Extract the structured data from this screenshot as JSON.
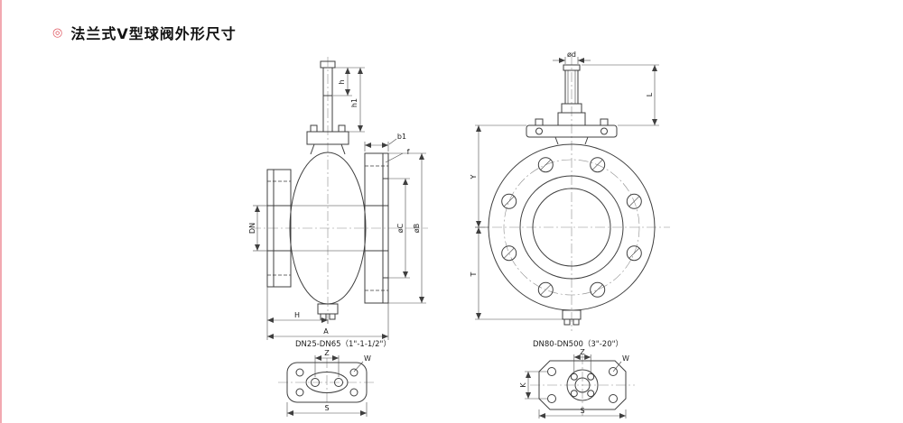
{
  "page": {
    "title": "法兰式V型球阀外形尺寸"
  },
  "icons": {
    "bullet": "◎"
  },
  "colors": {
    "accent_pink": "#f2a9b1",
    "bullet_red": "#e05c66",
    "line": "#3f3f3f"
  },
  "side_view": {
    "dims": {
      "h": "h",
      "h1": "h1",
      "b1": "b1",
      "f": "f",
      "DN": "DN",
      "oC": "øC",
      "oB": "øB",
      "H": "H",
      "A": "A"
    }
  },
  "front_view": {
    "dims": {
      "od": "ød",
      "L": "L",
      "Y": "Y",
      "T": "T"
    }
  },
  "pad_small": {
    "caption": "DN25-DN65（1\"-1-1/2\"）",
    "dims": {
      "Z": "Z",
      "W": "W",
      "S": "S"
    }
  },
  "pad_large": {
    "caption": "DN80-DN500（3\"-20\"）",
    "dims": {
      "Z": "Z",
      "K": "K",
      "W": "W",
      "S": "S"
    }
  }
}
